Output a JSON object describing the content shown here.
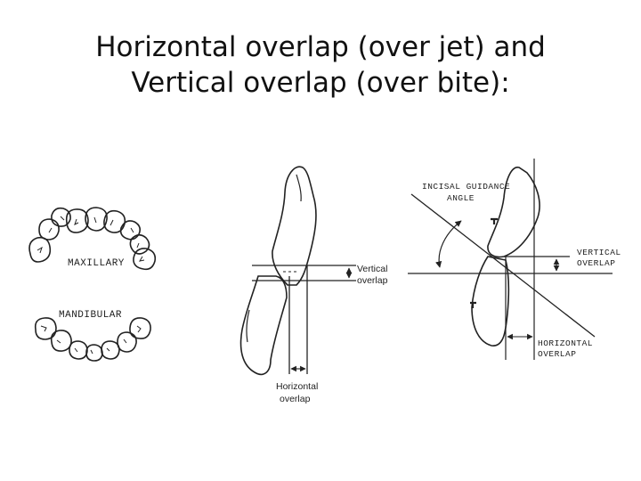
{
  "slide": {
    "title_line1": "Horizontal overlap (over jet) and",
    "title_line2": "Vertical overlap (over bite):"
  },
  "arches": {
    "maxillary_label": "MAXILLARY",
    "mandibular_label": "MANDIBULAR"
  },
  "middle_diagram": {
    "vertical_label_line1": "Vertical",
    "vertical_label_line2": "overlap",
    "horizontal_label_line1": "Horizontal",
    "horizontal_label_line2": "overlap"
  },
  "right_diagram": {
    "guidance_label_line1": "INCISAL GUIDANCE",
    "guidance_label_line2": "ANGLE",
    "vertical_label_line1": "VERTICAL",
    "vertical_label_line2": "OVERLAP",
    "horizontal_label_line1": "HORIZONTAL",
    "horizontal_label_line2": "OVERLAP"
  },
  "colors": {
    "ink": "#222222",
    "background": "#ffffff"
  }
}
